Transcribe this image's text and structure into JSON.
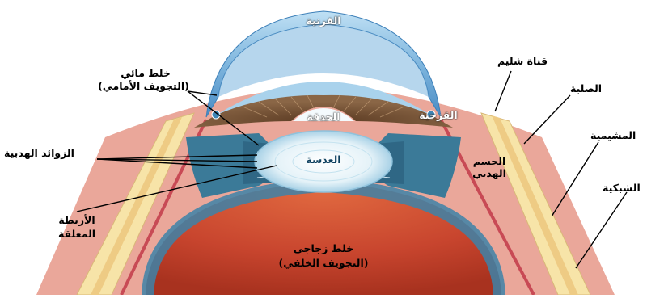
{
  "labels": {
    "cornea": "القرنية",
    "schlemm": "قناة شليم",
    "aqueous_line1": "خلط مائي",
    "aqueous_line2": "(التجويف الأمامي)",
    "sclera": "الصلبة",
    "iris": "القزحية",
    "pupil": "الحدقة",
    "choroid": "المشيمية",
    "ciliary_processes": "الزوائد الهدبية",
    "lens": "العدسة",
    "ciliary_body_line1": "الجسم",
    "ciliary_body_line2": "الهدبي",
    "retina": "الشبكية",
    "zonule_line1": "الأربطة",
    "zonule_line2": "المعلقة",
    "vitreous_line1": "خلط زجاجي",
    "vitreous_line2": "(التجويف الخلفي)"
  },
  "colors": {
    "cornea": "#5d9fd0",
    "aqueous": "#a9d2ec",
    "iris": "#7a5438",
    "sclera": "#f2d9c8",
    "choroid": "#d9606a",
    "vitreous": "#c8452e",
    "ciliary": "#3b7a98",
    "lens": "#dff0f7"
  }
}
